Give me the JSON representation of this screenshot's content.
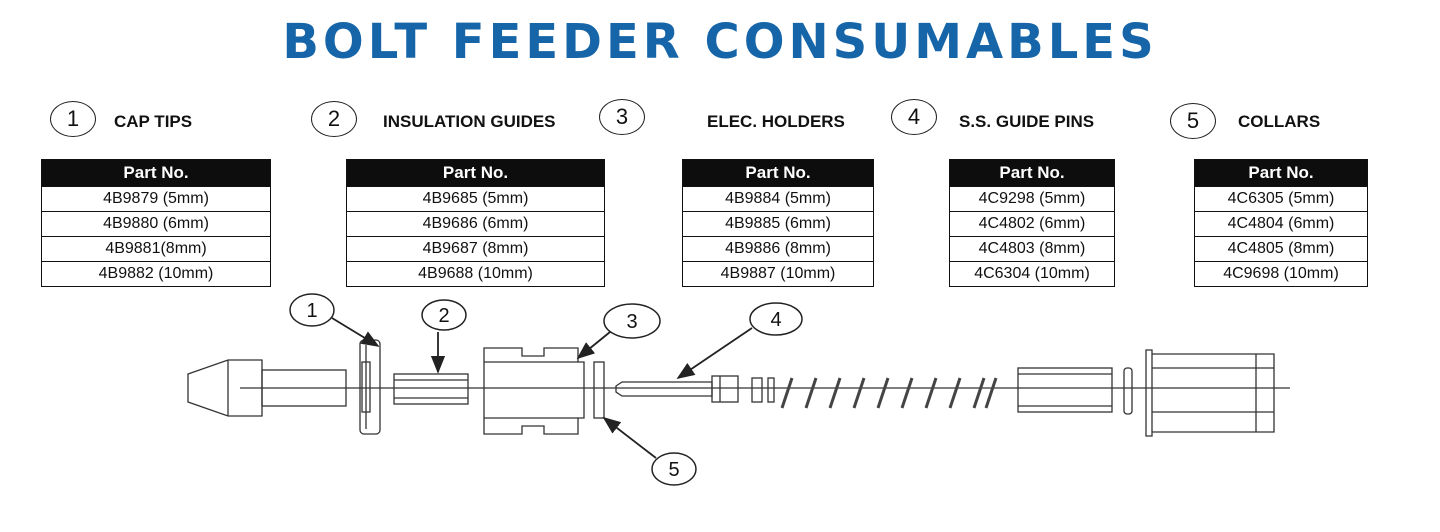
{
  "title": "BOLT FEEDER CONSUMABLES",
  "table_header": "Part No.",
  "categories": [
    {
      "number": "1",
      "label": "CAP TIPS",
      "parts": [
        "4B9879 (5mm)",
        "4B9880 (6mm)",
        "4B9881(8mm)",
        "4B9882 (10mm)"
      ]
    },
    {
      "number": "2",
      "label": "INSULATION GUIDES",
      "parts": [
        "4B9685 (5mm)",
        "4B9686 (6mm)",
        "4B9687 (8mm)",
        "4B9688 (10mm)"
      ]
    },
    {
      "number": "3",
      "label": "ELEC. HOLDERS",
      "parts": [
        "4B9884 (5mm)",
        "4B9885 (6mm)",
        "4B9886 (8mm)",
        "4B9887 (10mm)"
      ]
    },
    {
      "number": "4",
      "label": "S.S. GUIDE PINS",
      "parts": [
        "4C9298 (5mm)",
        "4C4802 (6mm)",
        "4C4803 (8mm)",
        "4C6304 (10mm)"
      ]
    },
    {
      "number": "5",
      "label": "COLLARS",
      "parts": [
        "4C6305 (5mm)",
        "4C4804 (6mm)",
        "4C4805 (8mm)",
        "4C9698 (10mm)"
      ]
    }
  ],
  "callouts": [
    "1",
    "2",
    "3",
    "4",
    "5"
  ],
  "colors": {
    "title": "#1565a8",
    "line": "#333333",
    "header_bg": "#0d0d0d"
  }
}
